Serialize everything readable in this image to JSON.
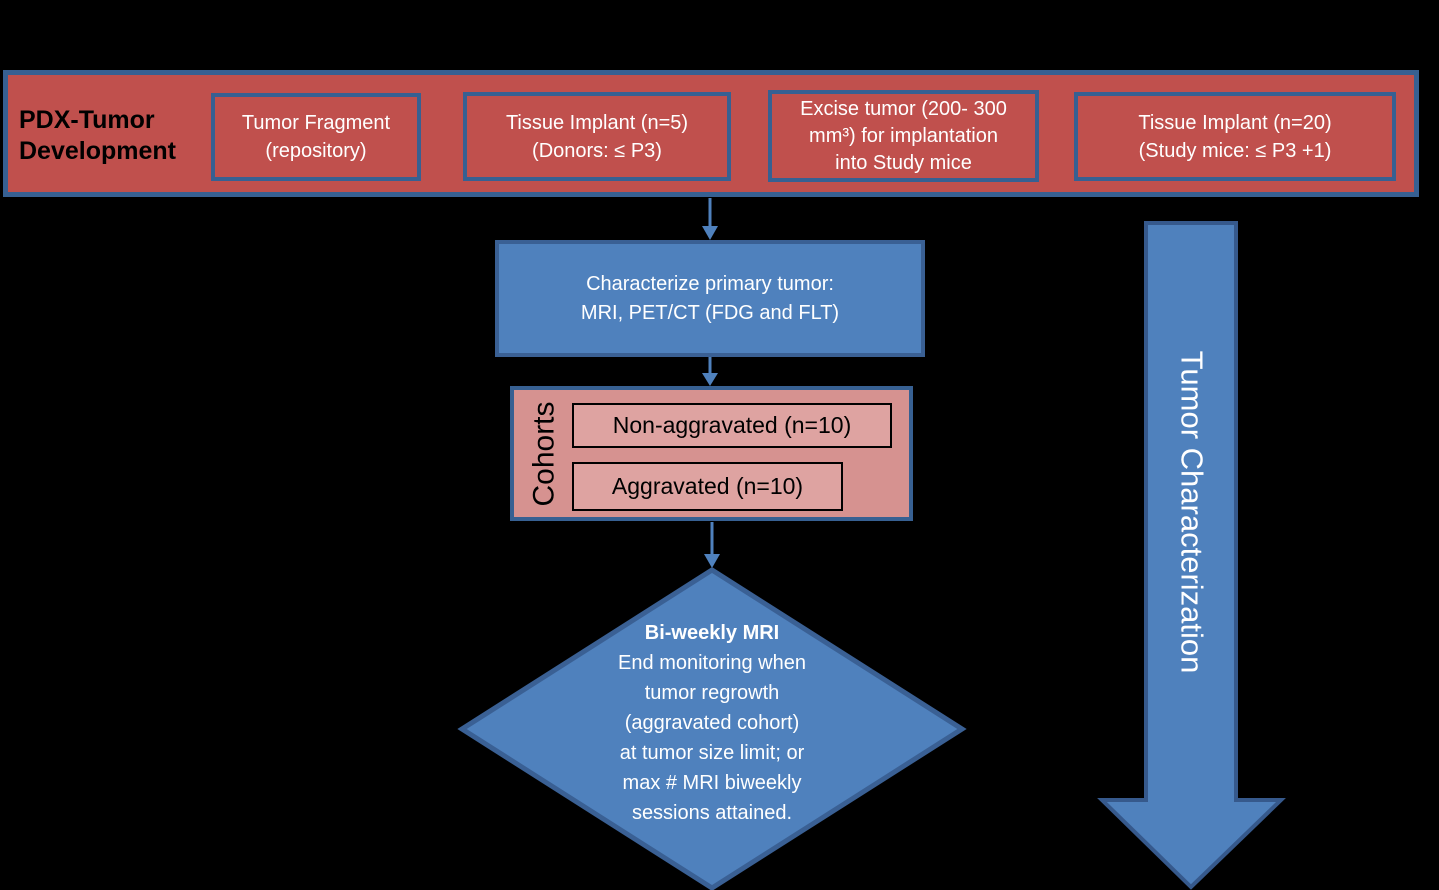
{
  "colors": {
    "background": "#000000",
    "red_fill": "#C0504D",
    "blue_border": "#376092",
    "blue_fill": "#4F81BD",
    "blue_fill_border": "#3A6094",
    "pink_fill": "#D69290",
    "pink_inner_fill": "#DEA3A1",
    "arrow_blue": "#4F81BD",
    "text_white": "#FFFFFF",
    "text_black": "#000000"
  },
  "banner": {
    "title_lines": [
      "PDX-Tumor",
      "Development"
    ],
    "boxes": [
      {
        "lines": [
          "Tumor Fragment",
          "(repository)"
        ]
      },
      {
        "lines": [
          "Tissue Implant (n=5)",
          "(Donors: ≤ P3)"
        ]
      },
      {
        "lines": [
          "Excise tumor (200- 300",
          "mm³) for implantation",
          "into Study mice"
        ]
      },
      {
        "lines": [
          "Tissue Implant (n=20)",
          "(Study mice: ≤ P3 +1)"
        ]
      }
    ]
  },
  "characterize_box": {
    "lines": [
      "Characterize primary tumor:",
      "MRI, PET/CT (FDG and FLT)"
    ]
  },
  "cohorts": {
    "label": "Cohorts",
    "items": [
      "Non-aggravated (n=10)",
      "Aggravated (n=10)"
    ]
  },
  "decision_diamond": {
    "title": "Bi-weekly MRI",
    "lines": [
      "End monitoring when",
      "tumor regrowth",
      "(aggravated cohort)",
      "at tumor size limit; or",
      "max # MRI biweekly",
      "sessions attained."
    ]
  },
  "side_arrow": {
    "label": "Tumor Characterization"
  }
}
